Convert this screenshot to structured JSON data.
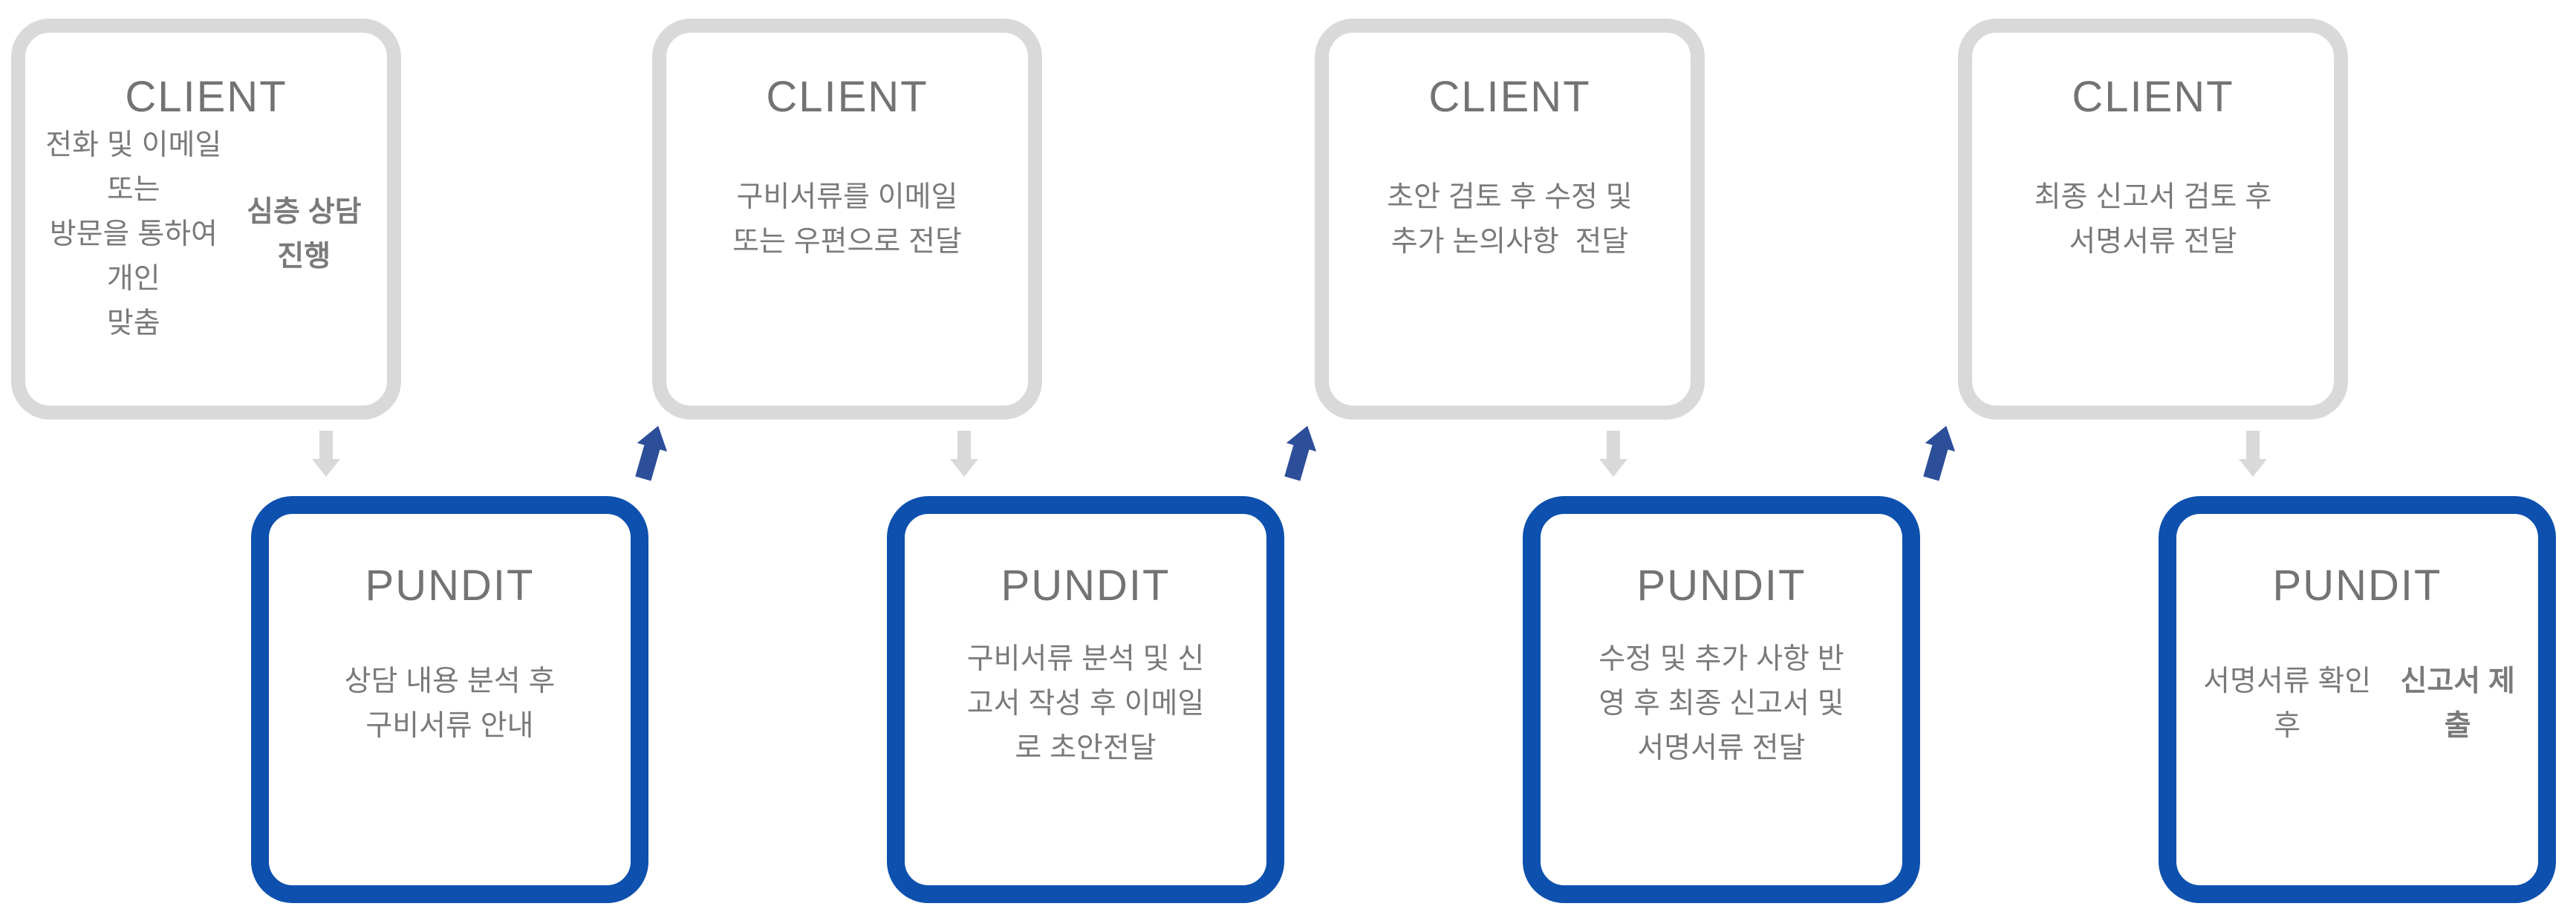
{
  "palette": {
    "c-box-client-border": "#d9d9d9",
    "c-box-pundit-border": "#0d50ae",
    "c-arrow-down": "#d9d9d9",
    "c-arrow-up": "#2d4e99",
    "c-title": "#737373",
    "c-body": "#7a7a7a",
    "c-bg": "#ffffff"
  },
  "clients": [
    {
      "title": "CLIENT",
      "body": "전화 및 이메일 또는\n방문을 통하여 개인\n맞춤 ",
      "body_bold": "심층 상담 진행"
    },
    {
      "title": "CLIENT",
      "body": "구비서류를 이메일\n또는 우편으로 전달",
      "body_bold": ""
    },
    {
      "title": "CLIENT",
      "body": "초안 검토 후 수정 및\n추가 논의사항  전달",
      "body_bold": ""
    },
    {
      "title": "CLIENT",
      "body": "최종 신고서 검토 후\n서명서류 전달",
      "body_bold": ""
    }
  ],
  "pundits": [
    {
      "title": "PUNDIT",
      "body": "상담 내용 분석 후\n구비서류 안내",
      "body_bold": ""
    },
    {
      "title": "PUNDIT",
      "body": "구비서류 분석 및 신\n고서 작성 후 이메일\n로 초안전달",
      "body_bold": ""
    },
    {
      "title": "PUNDIT",
      "body": "수정 및 추가 사항 반\n영 후 최종 신고서 및\n서명서류 전달",
      "body_bold": ""
    },
    {
      "title": "PUNDIT",
      "body": "서명서류 확인 후\n",
      "body_bold": "신고서 제출"
    }
  ],
  "arrows": {
    "down": [
      {
        "icon": "down-arrow-icon",
        "from": "CLIENT",
        "to": "PUNDIT"
      },
      {
        "icon": "down-arrow-icon",
        "from": "CLIENT",
        "to": "PUNDIT"
      },
      {
        "icon": "down-arrow-icon",
        "from": "CLIENT",
        "to": "PUNDIT"
      },
      {
        "icon": "down-arrow-icon",
        "from": "CLIENT",
        "to": "PUNDIT"
      }
    ],
    "up": [
      {
        "icon": "up-arrow-icon",
        "from": "PUNDIT",
        "to": "CLIENT"
      },
      {
        "icon": "up-arrow-icon",
        "from": "PUNDIT",
        "to": "CLIENT"
      },
      {
        "icon": "up-arrow-icon",
        "from": "PUNDIT",
        "to": "CLIENT"
      }
    ]
  }
}
